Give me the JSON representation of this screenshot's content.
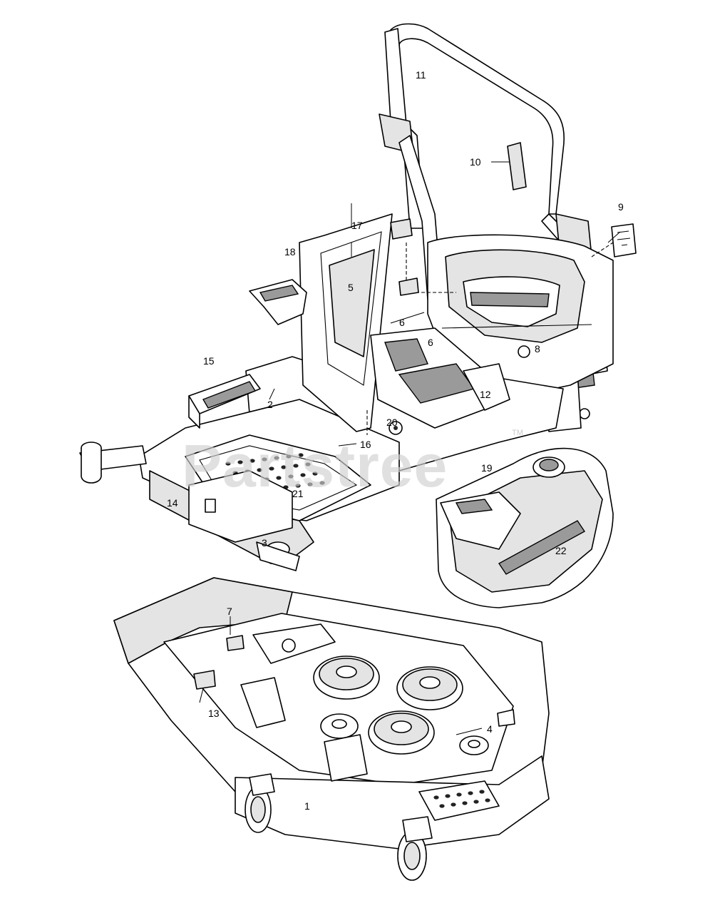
{
  "watermark": {
    "text": "Partstree",
    "trademark": "TM"
  },
  "callouts": {
    "c1": "1",
    "c2": "2",
    "c3": "3",
    "c4": "4",
    "c5": "5",
    "c6a": "6",
    "c6b": "6",
    "c7": "7",
    "c8": "8",
    "c9": "9",
    "c10": "10",
    "c11": "11",
    "c12": "12",
    "c13": "13",
    "c14": "14",
    "c15": "15",
    "c16": "16",
    "c17": "17",
    "c18": "18",
    "c19": "19",
    "c20": "20",
    "c21": "21",
    "c22": "22"
  }
}
